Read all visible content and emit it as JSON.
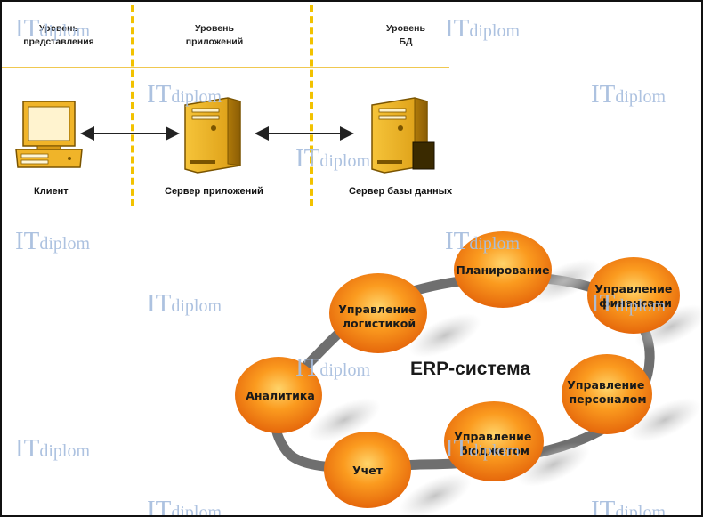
{
  "levels": {
    "presentation": "Уровень\nпредставления",
    "application": "Уровень\nприложений",
    "database": "Уровень\nБД"
  },
  "architecture": {
    "client_label": "Клиент",
    "app_server_label": "Сервер приложений",
    "db_server_label": "Сервер базы данных"
  },
  "erp": {
    "title": "ERP-система",
    "nodes": {
      "planning": [
        "Планирование"
      ],
      "finance": [
        "Управление",
        "финансами"
      ],
      "personnel": [
        "Управление",
        "персоналом"
      ],
      "budget": [
        "Управление",
        "бюджетом"
      ],
      "accounting": [
        "Учет"
      ],
      "analytics": [
        "Аналитика"
      ],
      "logistics": [
        "Управление",
        "логистикой"
      ]
    }
  },
  "watermark": {
    "prefix": "IT",
    "suffix": "diplom"
  },
  "colors": {
    "divider": "#f2c200",
    "server": "#e3a91b",
    "node": "#f28a0c",
    "ring": "#6f6f6f",
    "watermark": "#a9bfdf"
  },
  "icons": [
    "monitor-icon",
    "server-icon",
    "server-icon",
    "double-arrow-icon"
  ]
}
